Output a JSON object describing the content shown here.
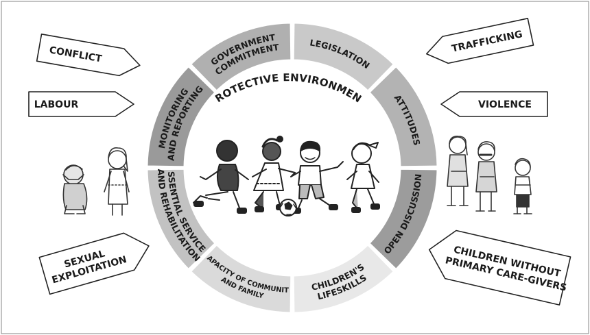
{
  "diagram": {
    "center_title": "PROTECTIVE ENVIRONMENT",
    "ring_segments": [
      {
        "id": "legislation",
        "lines": [
          "LEGISLATION"
        ],
        "shade": "#c9c9c9"
      },
      {
        "id": "attitudes",
        "lines": [
          "ATTITUDES"
        ],
        "shade": "#b3b3b3"
      },
      {
        "id": "open-discussion",
        "lines": [
          "OPEN DISCUSSION"
        ],
        "shade": "#9c9c9c"
      },
      {
        "id": "childrens-lifeskills",
        "lines": [
          "CHILDREN'S",
          "LIFESKILLS"
        ],
        "shade": "#e8e8e8"
      },
      {
        "id": "capacity",
        "lines": [
          "CAPACITY OF COMMUNITY",
          "AND FAMILY"
        ],
        "shade": "#dadada"
      },
      {
        "id": "essential-services",
        "lines": [
          "ESSENTIAL SERVICES",
          "AND REHABILITATION"
        ],
        "shade": "#c2c2c2"
      },
      {
        "id": "monitoring",
        "lines": [
          "MONITORING",
          "AND REPORTING"
        ],
        "shade": "#9a9a9a"
      },
      {
        "id": "government",
        "lines": [
          "GOVERNMENT",
          "COMMITMENT"
        ],
        "shade": "#b0b0b0"
      }
    ],
    "threats": {
      "conflict": "CONFLICT",
      "labour": "LABOUR",
      "sexual_exploitation": [
        "SEXUAL",
        "EXPLOITATION"
      ],
      "trafficking": "TRAFFICKING",
      "violence": "VIOLENCE",
      "children_without_care": [
        "CHILDREN WITHOUT",
        "PRIMARY CARE-GIVERS"
      ]
    }
  }
}
